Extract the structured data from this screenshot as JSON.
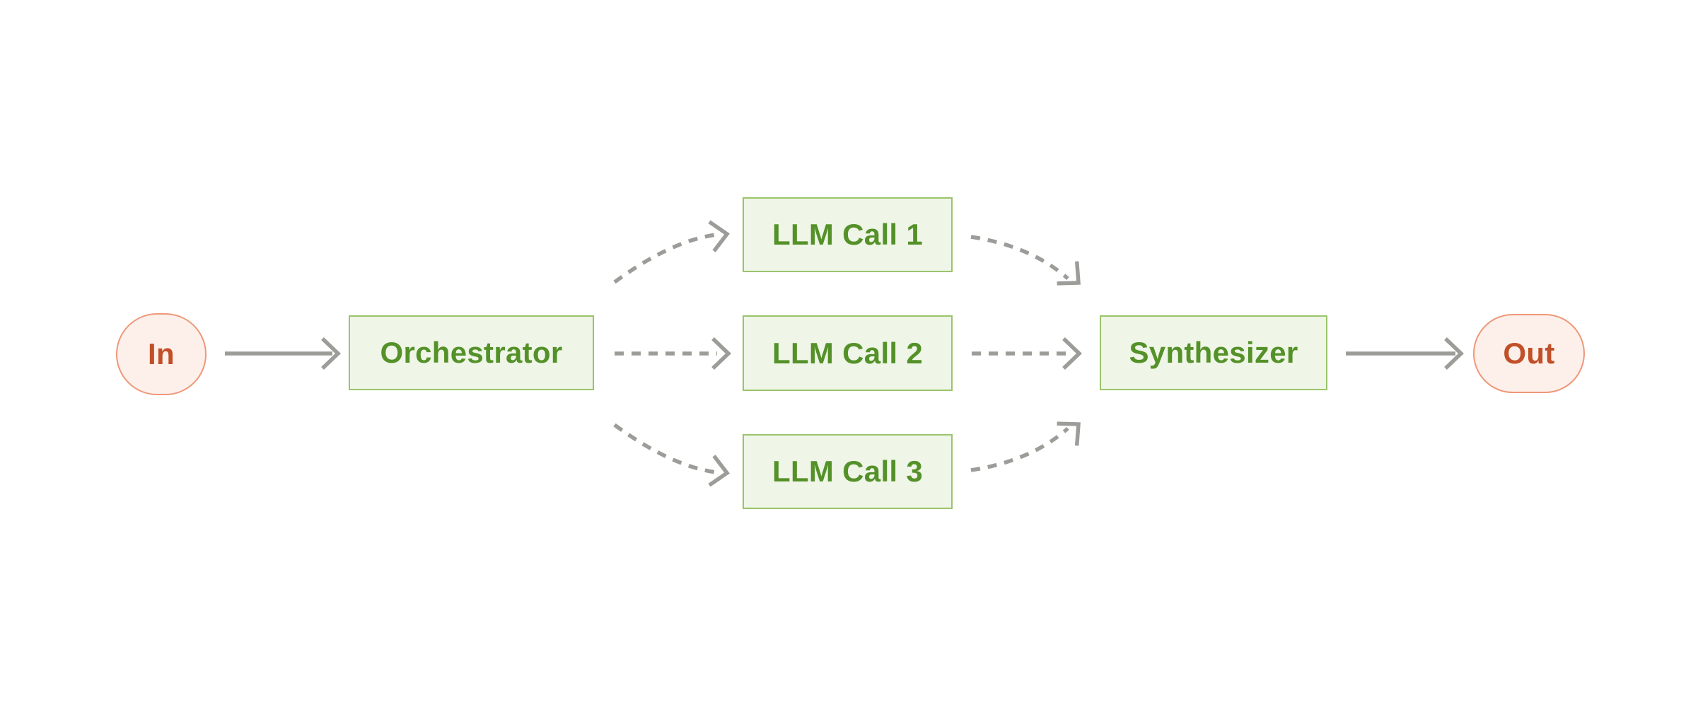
{
  "diagram": {
    "nodes": {
      "in": {
        "label": "In",
        "kind": "terminal"
      },
      "orchestrator": {
        "label": "Orchestrator",
        "kind": "process"
      },
      "llm_call_1": {
        "label": "LLM Call 1",
        "kind": "process"
      },
      "llm_call_2": {
        "label": "LLM Call 2",
        "kind": "process"
      },
      "llm_call_3": {
        "label": "LLM Call 3",
        "kind": "process"
      },
      "synthesizer": {
        "label": "Synthesizer",
        "kind": "process"
      },
      "out": {
        "label": "Out",
        "kind": "terminal"
      }
    },
    "edges": [
      {
        "from": "In",
        "to": "Orchestrator",
        "style": "solid"
      },
      {
        "from": "Orchestrator",
        "to": "LLM Call 1",
        "style": "dashed"
      },
      {
        "from": "Orchestrator",
        "to": "LLM Call 2",
        "style": "dashed"
      },
      {
        "from": "Orchestrator",
        "to": "LLM Call 3",
        "style": "dashed"
      },
      {
        "from": "LLM Call 1",
        "to": "Synthesizer",
        "style": "dashed"
      },
      {
        "from": "LLM Call 2",
        "to": "Synthesizer",
        "style": "dashed"
      },
      {
        "from": "LLM Call 3",
        "to": "Synthesizer",
        "style": "dashed"
      },
      {
        "from": "Synthesizer",
        "to": "Out",
        "style": "solid"
      }
    ],
    "colors": {
      "background": "#ffffff",
      "process_fill": "#eff5e7",
      "process_border": "#9ac46a",
      "process_text": "#549129",
      "terminal_fill": "#fdf0ea",
      "terminal_border": "#ef9779",
      "terminal_text": "#c14f28",
      "arrow_gray": "#9c9c98"
    }
  }
}
